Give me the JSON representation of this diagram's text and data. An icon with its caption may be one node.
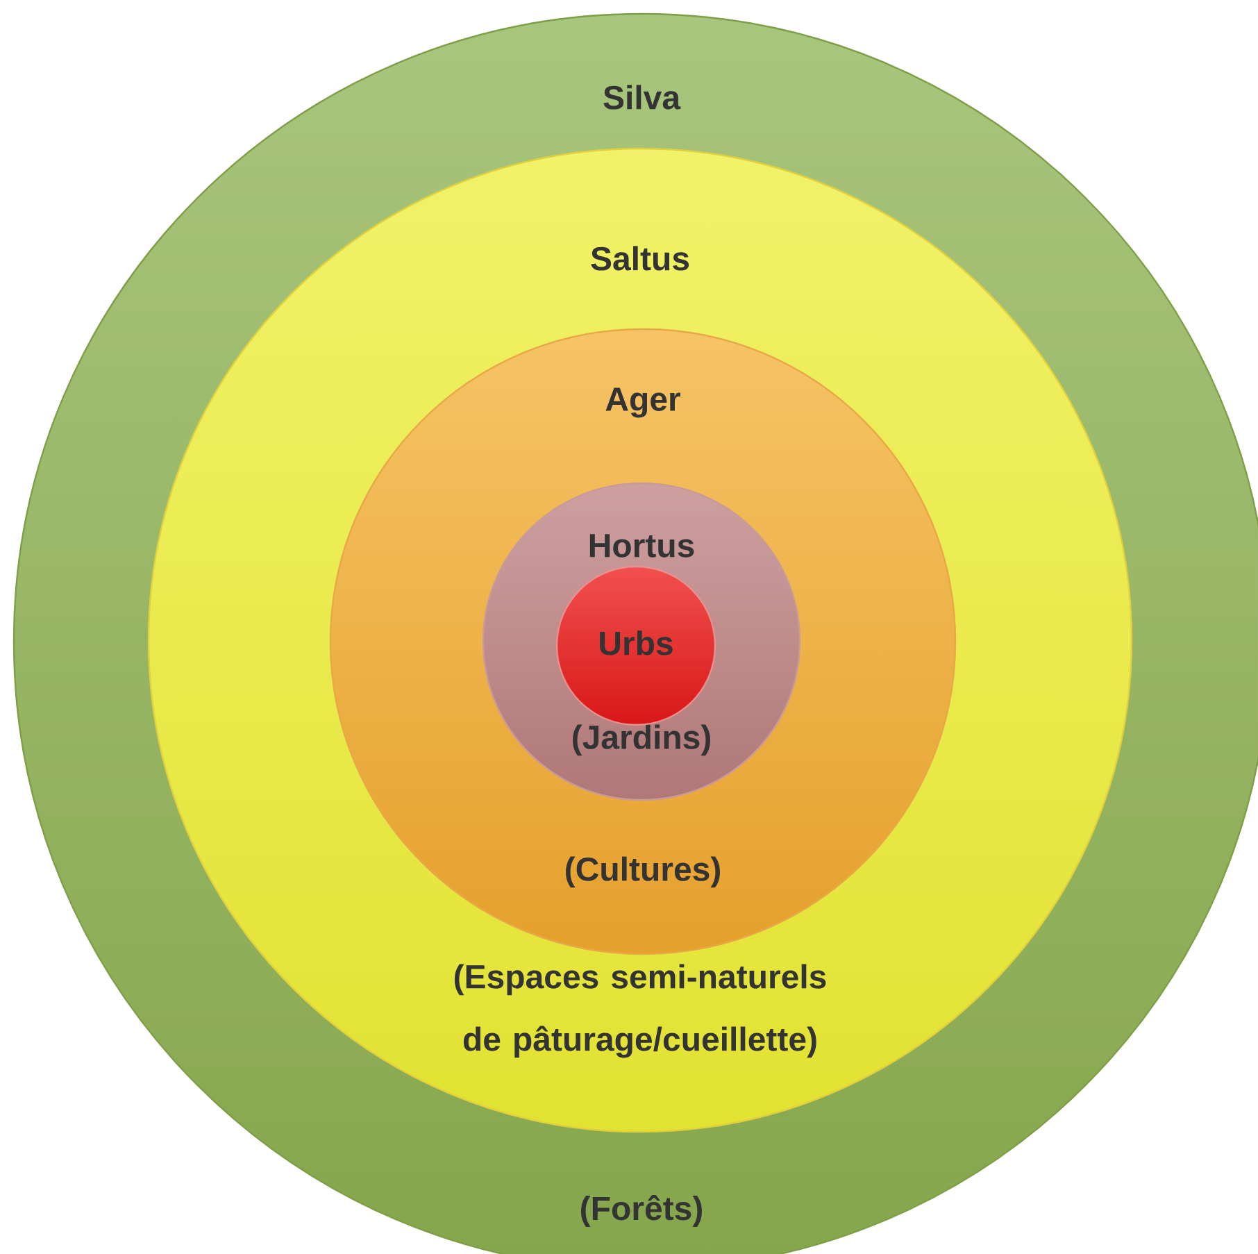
{
  "diagram": {
    "nodes": [
      {
        "text": [
          "Silva",
          "(Forêts)"
        ]
      },
      {
        "text": [
          "Saltus",
          "(Espaces semi-naturels de pâturage/cueillette)"
        ],
        "in": 0
      },
      {
        "text": [
          "Ager",
          "(Cultures)"
        ],
        "in": 1
      },
      {
        "text": [
          "Hortus",
          "(Jardins)"
        ],
        "in": 2
      },
      {
        "text": [
          "Urbs"
        ],
        "in": 3
      }
    ]
  }
}
